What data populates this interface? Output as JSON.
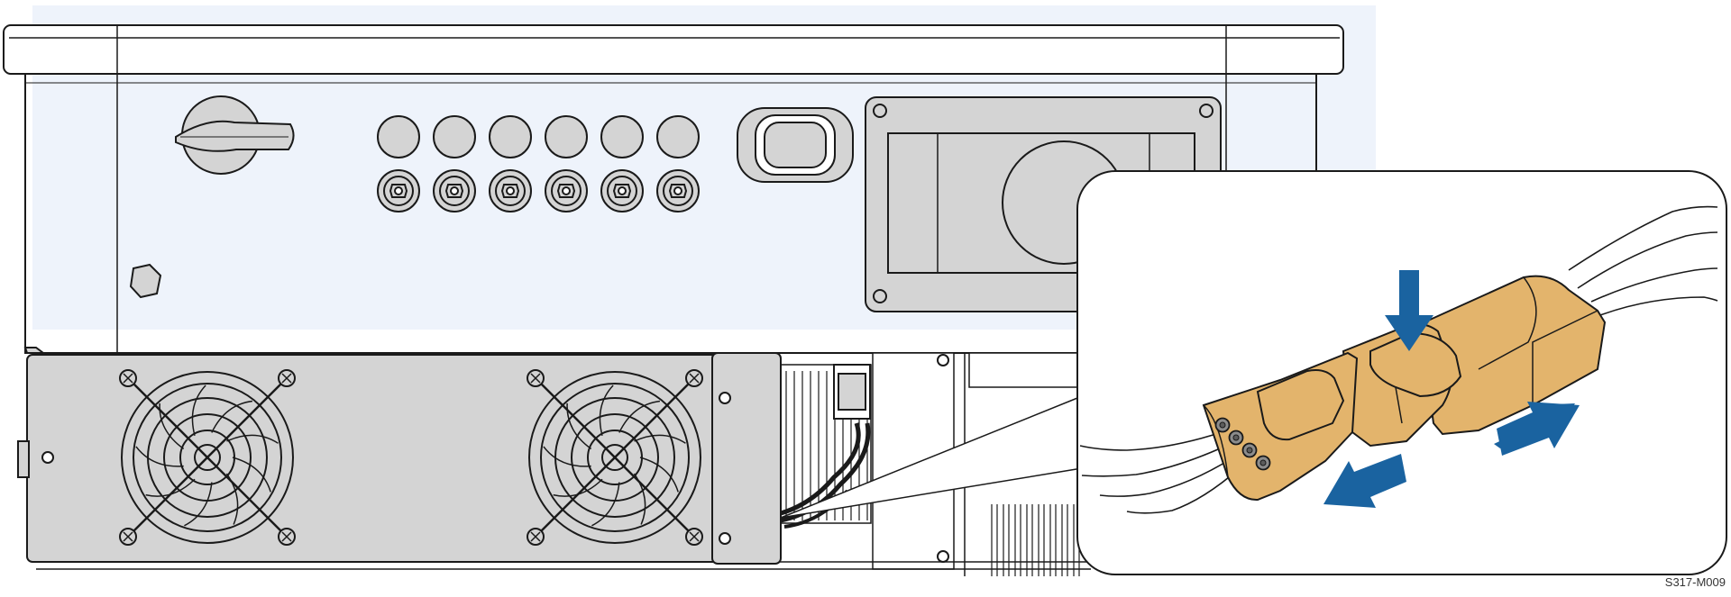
{
  "figure": {
    "code": "S317-M009",
    "colors": {
      "outline": "#1a1a1a",
      "panel": "#d4d4d4",
      "housing_tint": "#eef3fb",
      "connector": "#e3b46c",
      "arrow": "#1a63a0",
      "background": "#ffffff"
    },
    "icons": {
      "press": "arrow-down-icon",
      "pull_apart": "arrow-diagonal-icon"
    },
    "counts": {
      "cable_glands_per_row": 6,
      "gland_rows": 2,
      "fans": 2,
      "connector_pins": 4
    }
  }
}
